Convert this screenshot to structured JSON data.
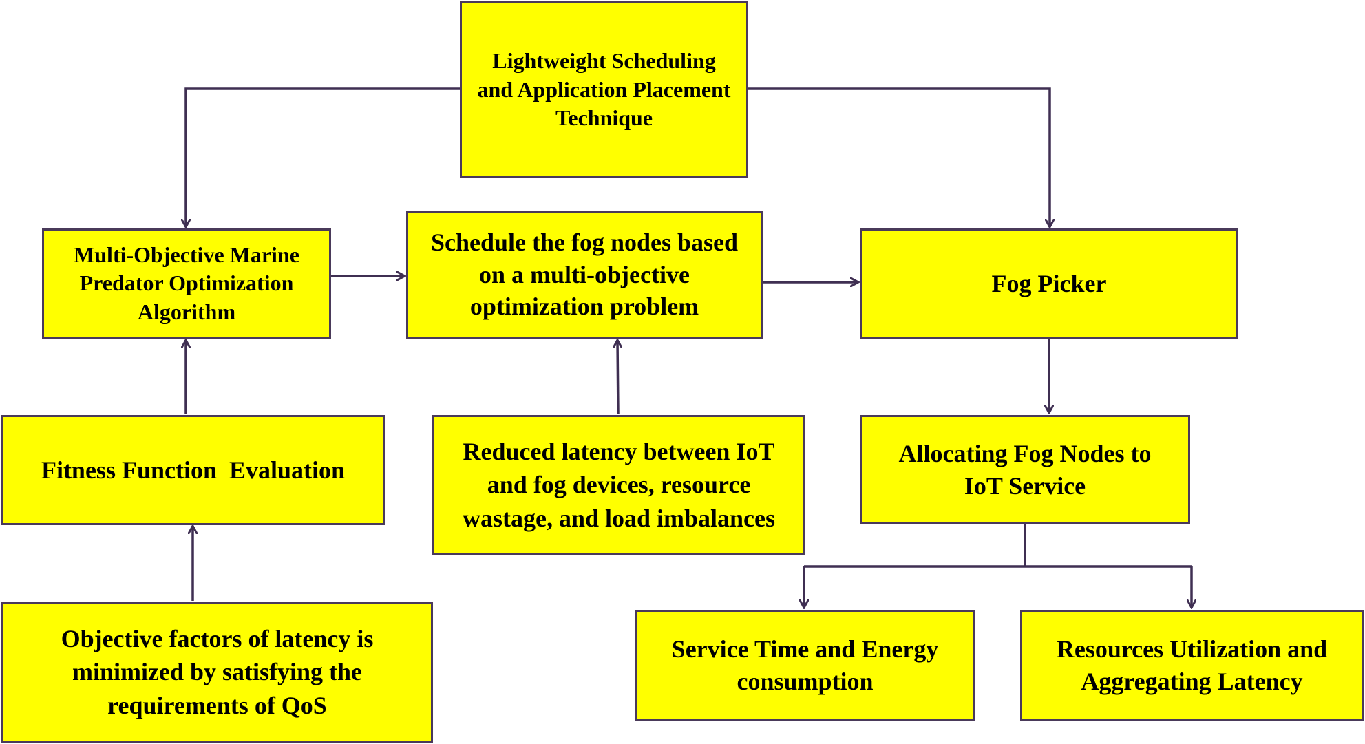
{
  "colors": {
    "box_fill": "#ffff00",
    "box_border": "#4a3a5a",
    "connector": "#3f2f52",
    "text": "#000000"
  },
  "nodes": {
    "lightweight_scheduling": "Lightweight Scheduling and Application Placement Technique",
    "marine_predator": "Multi-Objective Marine Predator Optimization Algorithm",
    "schedule_fog_nodes": "Schedule the fog nodes based on a multi-objective optimization problem",
    "fog_picker": "Fog Picker",
    "fitness_function": "Fitness Function  Evaluation",
    "reduced_latency": "Reduced latency between IoT and fog devices, resource wastage, and load imbalances",
    "allocating_fog_nodes": "Allocating Fog Nodes to IoT Service",
    "objective_factors": "Objective factors of latency is minimized by satisfying the requirements of QoS",
    "service_time_energy": "Service Time and Energy consumption",
    "resources_utilization": "Resources Utilization and Aggregating Latency"
  },
  "connections": [
    {
      "from": "lightweight_scheduling",
      "to": "marine_predator"
    },
    {
      "from": "lightweight_scheduling",
      "to": "fog_picker"
    },
    {
      "from": "marine_predator",
      "to": "schedule_fog_nodes"
    },
    {
      "from": "schedule_fog_nodes",
      "to": "fog_picker"
    },
    {
      "from": "fitness_function",
      "to": "marine_predator"
    },
    {
      "from": "reduced_latency",
      "to": "schedule_fog_nodes"
    },
    {
      "from": "fog_picker",
      "to": "allocating_fog_nodes"
    },
    {
      "from": "objective_factors",
      "to": "fitness_function"
    },
    {
      "from": "allocating_fog_nodes",
      "to": "service_time_energy"
    },
    {
      "from": "allocating_fog_nodes",
      "to": "resources_utilization"
    }
  ]
}
